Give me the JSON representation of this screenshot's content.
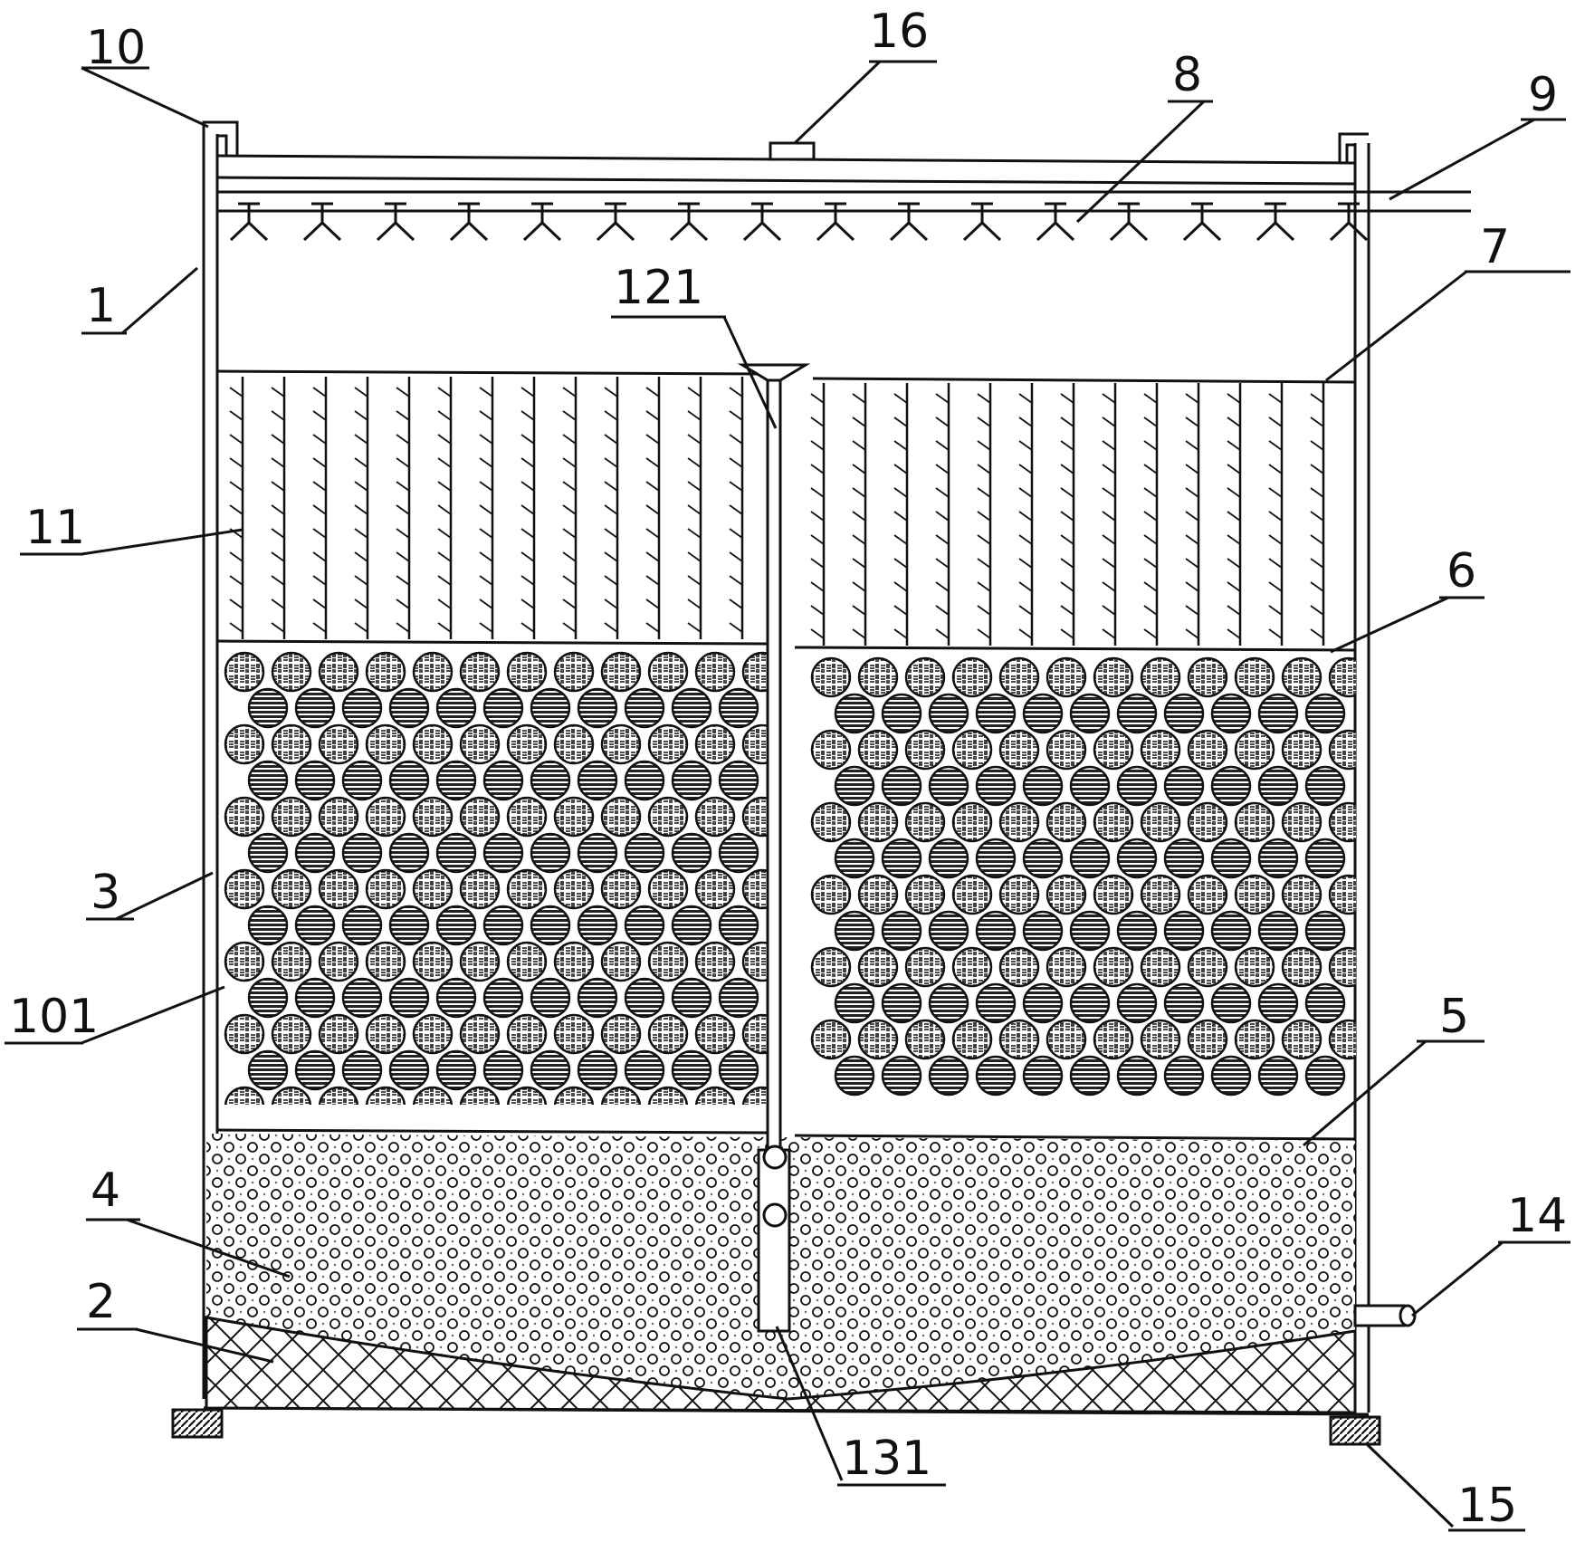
{
  "labels": {
    "l1": "1",
    "l2": "2",
    "l3": "3",
    "l4": "4",
    "l5": "5",
    "l6": "6",
    "l7": "7",
    "l8": "8",
    "l9": "9",
    "l10": "10",
    "l11": "11",
    "l14": "14",
    "l15": "15",
    "l16": "16",
    "l101": "101",
    "l121": "121",
    "l131": "131"
  },
  "colors": {
    "line": "#111111",
    "background": "#ffffff"
  }
}
